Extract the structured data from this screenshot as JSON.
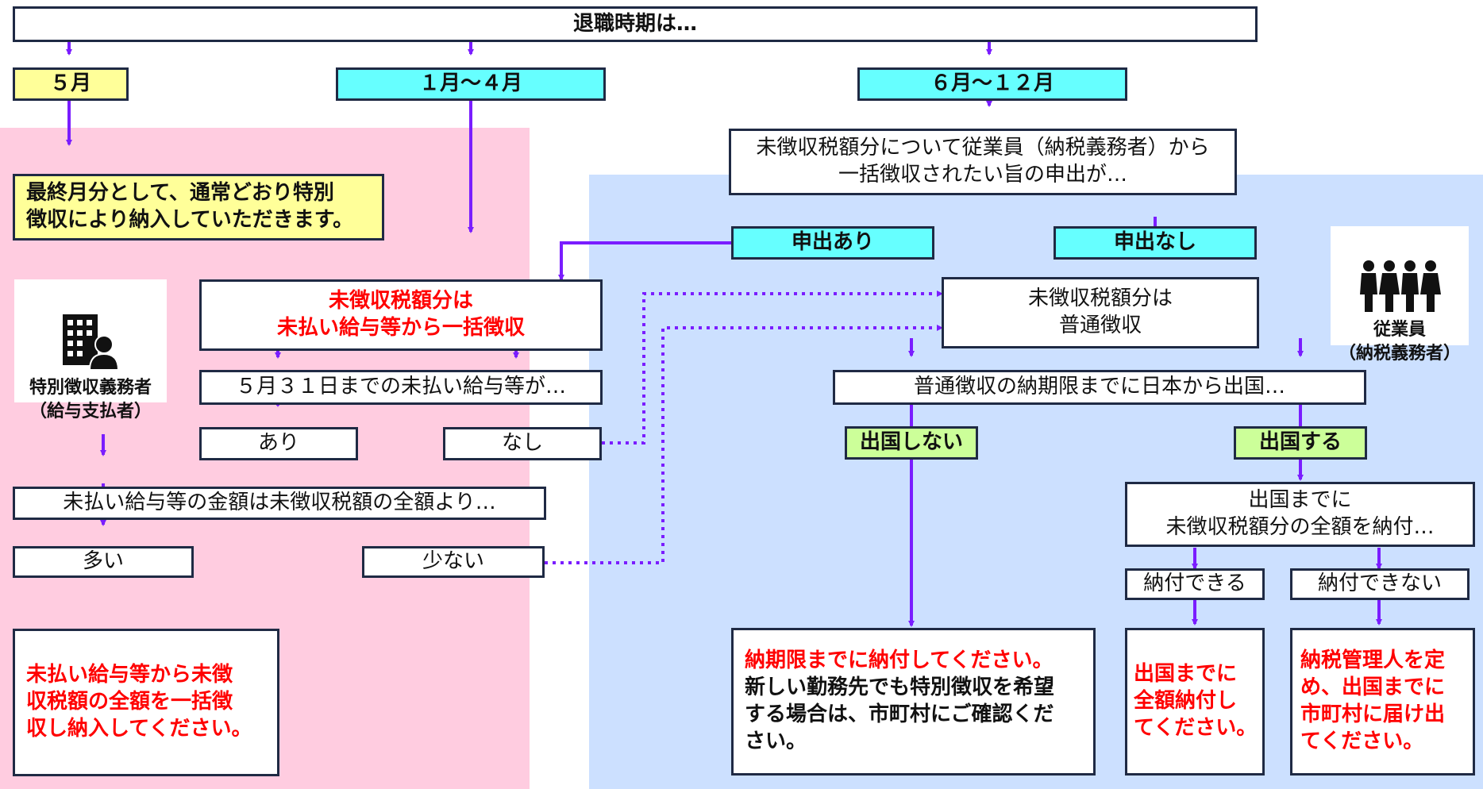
{
  "colors": {
    "pink_region": "#ffcce0",
    "blue_region": "#cce0ff",
    "arrow": "#7a1dff",
    "red_text": "#ff0000",
    "yellow_box": "#ffff99",
    "cyan_box": "#66ffff",
    "green_box": "#ccff99"
  },
  "icons": {
    "employer": "building-person-icon",
    "employees": "people-group-icon"
  },
  "nodes": {
    "root": "退職時期は…",
    "may": "５月",
    "jan_apr": "１月～４月",
    "jun_dec": "６月～１２月",
    "may_result": "最終月分として、通常どおり特別\n徴収により納入していただきます。",
    "request_question": "未徴収税額分について従業員（納税義務者）から\n一括徴収されたい旨の申出が…",
    "request_yes": "申出あり",
    "request_no": "申出なし",
    "lump_sum": "未徴収税額分は\n未払い給与等から一括徴収",
    "regular": "未徴収税額分は\n普通徴収",
    "unpaid_question": "５月３１日までの未払い給与等が…",
    "unpaid_yes": "あり",
    "unpaid_no": "なし",
    "amount_question": "未払い給与等の金額は未徴収税額の全額より…",
    "amount_more": "多い",
    "amount_less": "少ない",
    "amount_more_result": "未払い給与等から未徴\n収税額の全額を一括徴\n収し納入してください。",
    "depart_question": "普通徴収の納期限までに日本から出国…",
    "depart_no": "出国しない",
    "depart_yes": "出国する",
    "pay_question": "出国までに\n未徴収税額分の全額を納付…",
    "pay_can": "納付できる",
    "pay_cannot": "納付できない",
    "depart_no_result_red": "納期限までに納付してください。",
    "depart_no_result_note": "新しい勤務先でも特別徴収を希望\nする場合は、市町村にご確認くだ\nさい。",
    "pay_can_result": "出国までに\n全額納付し\nてください。",
    "pay_cannot_result": "納税管理人を定\nめ、出国までに\n市町村に届け出\nてください。"
  },
  "labels": {
    "employer": "特別徴収義務者\n（給与支払者）",
    "employees": "従業員\n（納税義務者）"
  }
}
